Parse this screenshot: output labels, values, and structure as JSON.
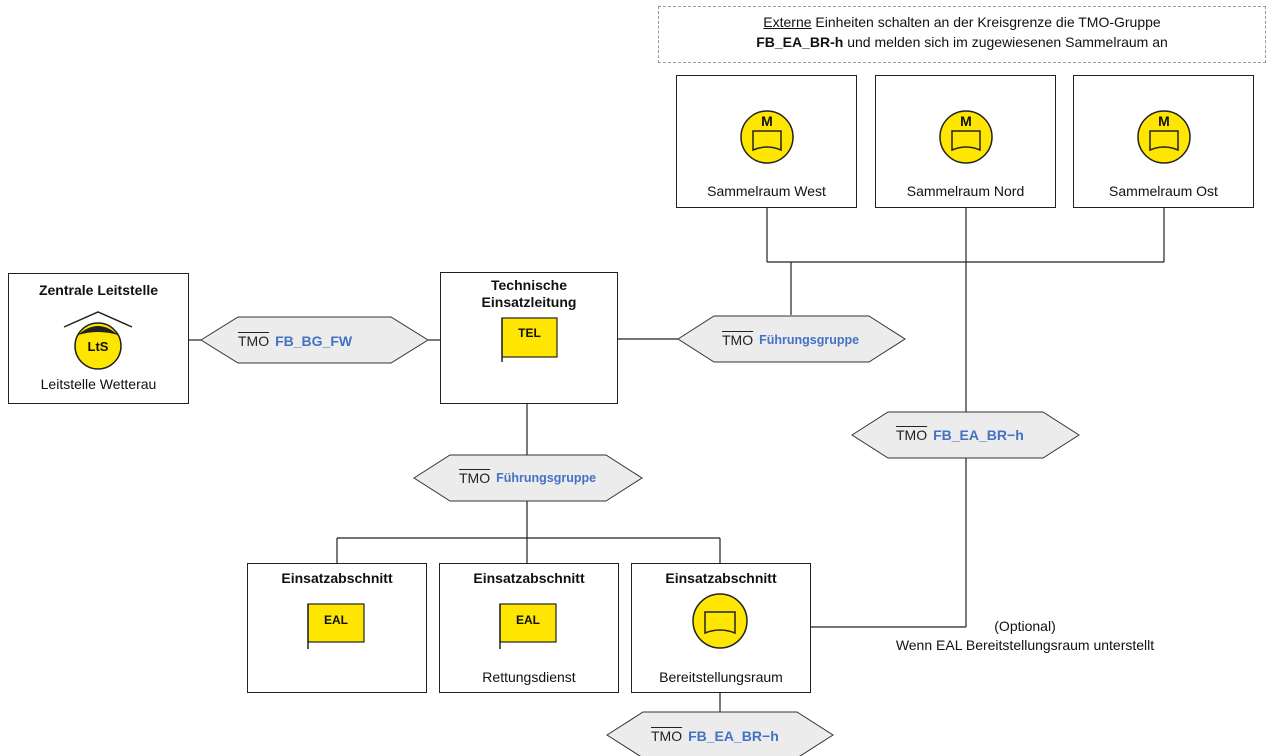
{
  "note": {
    "line1_underlined": "Externe",
    "line1_rest": " Einheiten schalten an der Kreisgrenze die TMO-Gruppe",
    "line2_bold": "FB_EA_BR-h",
    "line2_rest": " und melden sich im zugewiesenen Sammelraum an"
  },
  "sammelraeume": [
    {
      "icon_letter": "M",
      "label": "Sammelraum West"
    },
    {
      "icon_letter": "M",
      "label": "Sammelraum Nord"
    },
    {
      "icon_letter": "M",
      "label": "Sammelraum Ost"
    }
  ],
  "leitstelle": {
    "title": "Zentrale Leitstelle",
    "icon_text": "LtS",
    "label": "Leitstelle Wetterau"
  },
  "tel": {
    "title_line1": "Technische",
    "title_line2": "Einsatzleitung",
    "flag_text": "TEL"
  },
  "links": [
    {
      "prefix": "TMO",
      "group": "FB_BG_FW"
    },
    {
      "prefix": "TMO",
      "group": "Führungsgruppe"
    },
    {
      "prefix": "TMO",
      "group": "FB_EA_BR−h"
    },
    {
      "prefix": "TMO",
      "group": "Führungsgruppe"
    },
    {
      "prefix": "TMO",
      "group": "FB_EA_BR−h"
    }
  ],
  "abschnitte": [
    {
      "title": "Einsatzabschnitt",
      "flag_text": "EAL",
      "label": ""
    },
    {
      "title": "Einsatzabschnitt",
      "flag_text": "EAL",
      "label": "Rettungsdienst"
    },
    {
      "title": "Einsatzabschnitt",
      "flag_text": "",
      "label": "Bereitstellungsraum"
    }
  ],
  "optional": {
    "line1": "(Optional)",
    "line2": "Wenn EAL Bereitstellungsraum unterstellt"
  },
  "colors": {
    "symbol_yellow": "#ffe600",
    "group_blue": "#4472c4",
    "hex_fill": "#ececec"
  }
}
